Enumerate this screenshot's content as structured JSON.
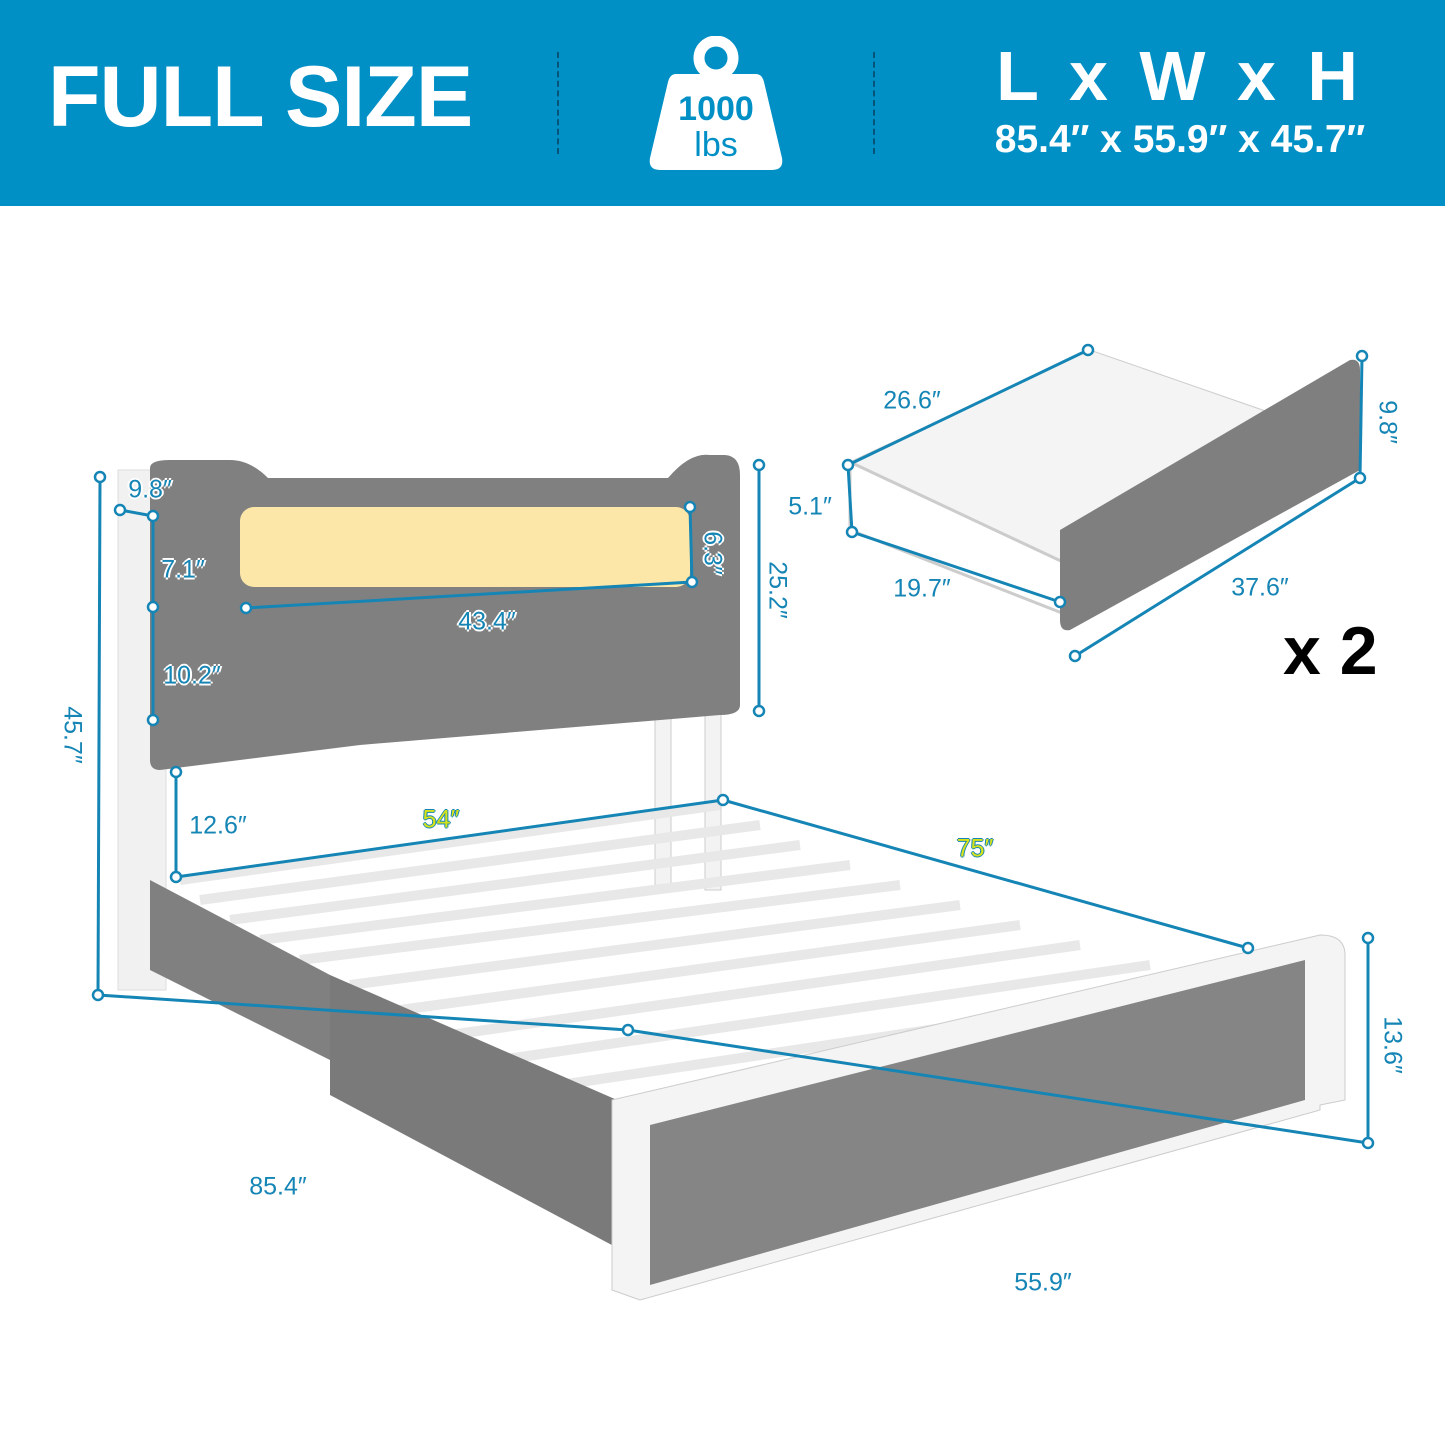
{
  "banner": {
    "title": "FULL SIZE",
    "weight_value": "1000",
    "weight_unit": "lbs",
    "weight_icon": "weight-icon",
    "dims_label": "L x W x H",
    "dims_value": "85.4″ x 55.9″ x 45.7″",
    "background": "#0090c6"
  },
  "bed_labels": {
    "shelf_depth": "9.8″",
    "shelf_upper": "7.1″",
    "shelf_lower": "10.2″",
    "light_height": "6.3″",
    "light_width": "43.4″",
    "headboard_height": "25.2″",
    "total_height": "45.7″",
    "clearance": "12.6″",
    "inner_width": "54″",
    "inner_length": "75″",
    "total_length": "85.4″",
    "total_width": "55.9″",
    "footboard_height": "13.6″"
  },
  "drawer_labels": {
    "depth": "26.6″",
    "height": "5.1″",
    "inner_width": "19.7″",
    "length": "37.6″",
    "front_height": "9.8″",
    "quantity": "x 2"
  },
  "colors": {
    "dimension": "#1585b5",
    "highlight": "#d6e21a",
    "fabric": "#7d7d7d"
  }
}
